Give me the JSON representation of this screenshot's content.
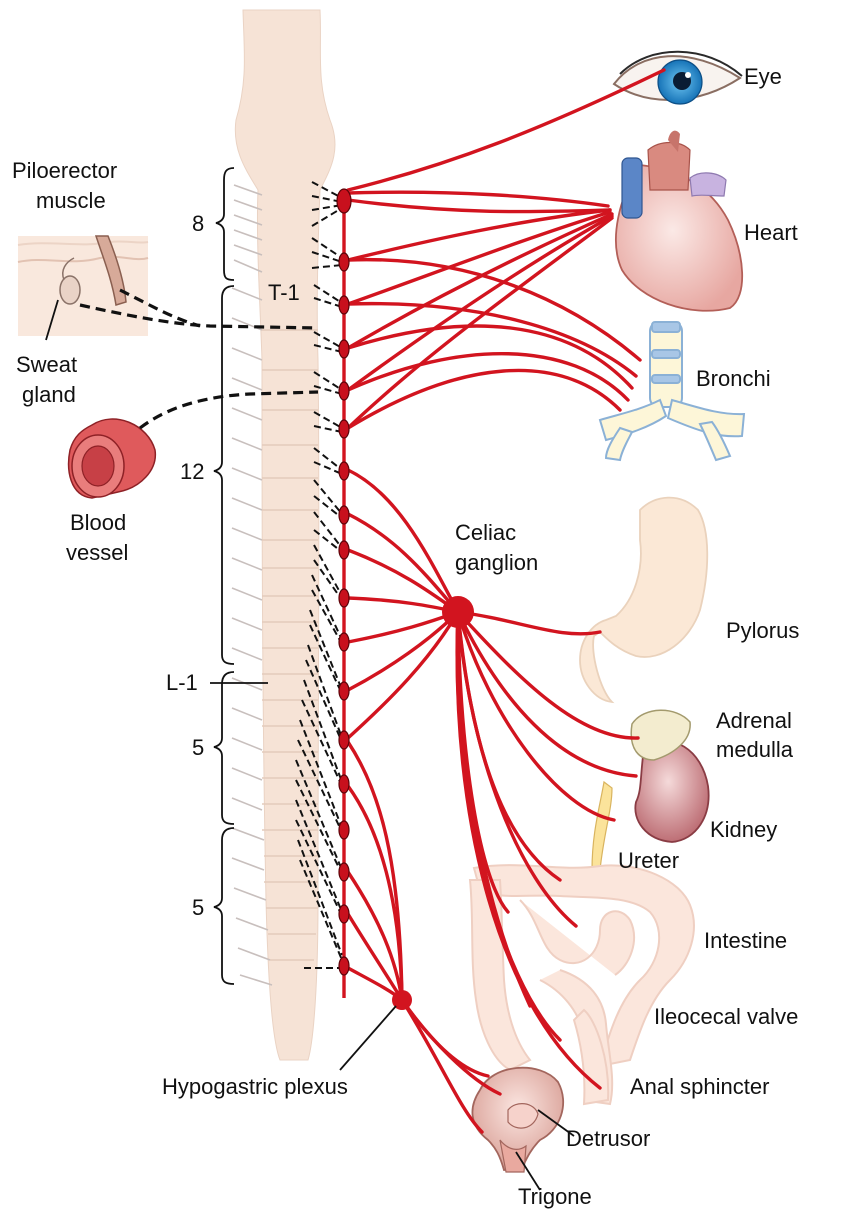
{
  "labels": {
    "eye": "Eye",
    "heart": "Heart",
    "bronchi": "Bronchi",
    "celiac_line1": "Celiac",
    "celiac_line2": "ganglion",
    "pylorus": "Pylorus",
    "adrenal_line1": "Adrenal",
    "adrenal_line2": "medulla",
    "kidney": "Kidney",
    "ureter": "Ureter",
    "intestine": "Intestine",
    "ileocecal": "Ileocecal valve",
    "anal": "Anal sphincter",
    "detrusor": "Detrusor",
    "trigone": "Trigone",
    "hypogastric": "Hypogastric plexus",
    "piloerector_line1": "Piloerector",
    "piloerector_line2": "muscle",
    "sweat_line1": "Sweat",
    "sweat_line2": "gland",
    "blood_line1": "Blood",
    "blood_line2": "vessel"
  },
  "spine_labels": {
    "cervical_count": "8",
    "t1": "T-1",
    "thoracic_count": "12",
    "l1": "L-1",
    "lumbar_count": "5",
    "sacral_count": "5"
  },
  "colors": {
    "nerve": "#d2141f",
    "ganglion": "#c8101d",
    "spinal_cord": "#f6e3d6"
  }
}
